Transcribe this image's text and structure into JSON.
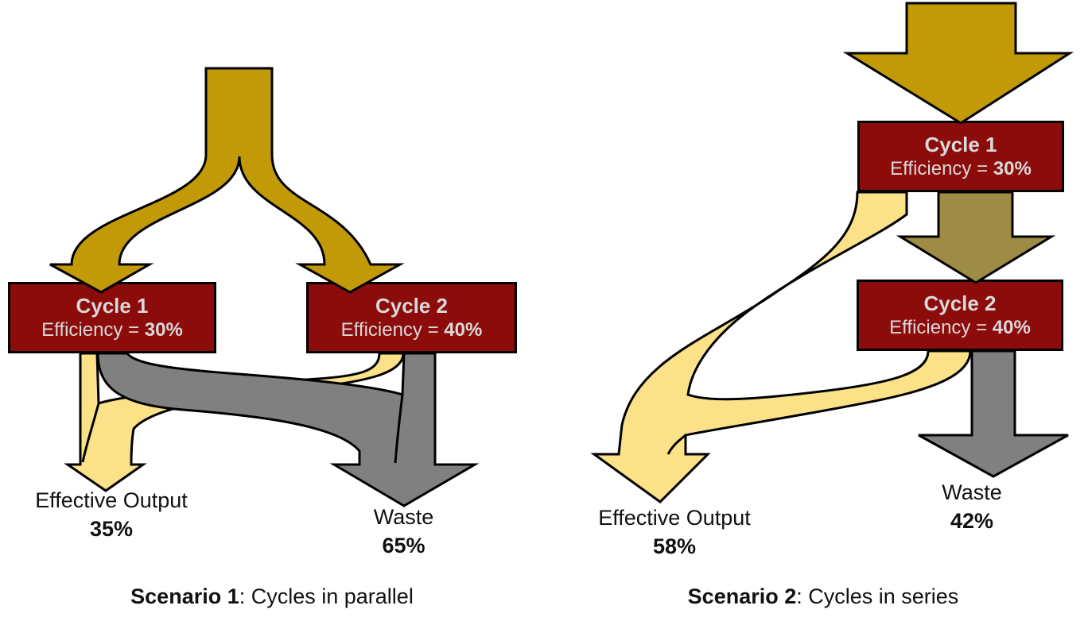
{
  "colors": {
    "gold": "#C29A08",
    "olive": "#9E8C46",
    "light_yellow": "#FBE289",
    "gray": "#808080",
    "box_red": "#8C0B0B",
    "box_text": "#D9D9D9",
    "outline": "#000000"
  },
  "scenario1": {
    "caption_bold": "Scenario 1",
    "caption_rest": ": Cycles in parallel",
    "cycle1": {
      "title": "Cycle 1",
      "eff_label": "Efficiency = ",
      "eff_value": "30%"
    },
    "cycle2": {
      "title": "Cycle 2",
      "eff_label": "Efficiency = ",
      "eff_value": "40%"
    },
    "effective_output": {
      "label": "Effective Output",
      "value": "35%"
    },
    "waste": {
      "label": "Waste",
      "value": "65%"
    }
  },
  "scenario2": {
    "caption_bold": "Scenario 2",
    "caption_rest": ": Cycles in series",
    "cycle1": {
      "title": "Cycle 1",
      "eff_label": "Efficiency = ",
      "eff_value": "30%"
    },
    "cycle2": {
      "title": "Cycle 2",
      "eff_label": "Efficiency = ",
      "eff_value": "40%"
    },
    "effective_output": {
      "label": "Effective Output",
      "value": "58%"
    },
    "waste": {
      "label": "Waste",
      "value": "42%"
    }
  }
}
